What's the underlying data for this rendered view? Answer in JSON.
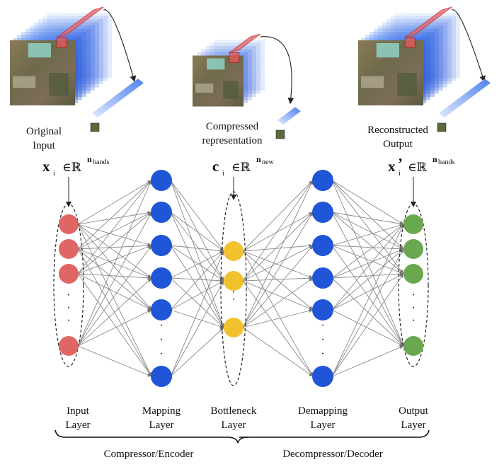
{
  "cubes": [
    {
      "caption": [
        "Original",
        "Input"
      ],
      "symbol": "x",
      "prime": "",
      "sub": "i",
      "set": "∈ℝ",
      "exp": "n",
      "exp_sub": "bands"
    },
    {
      "caption": [
        "Compressed",
        "representation"
      ],
      "symbol": "c",
      "prime": "",
      "sub": "i",
      "set": "∈ℝ",
      "exp": "n",
      "exp_sub": "new"
    },
    {
      "caption": [
        "Reconstructed",
        "Output"
      ],
      "symbol": "x",
      "prime": "’",
      "sub": "i",
      "set": "∈ℝ",
      "exp": "n",
      "exp_sub": "bands"
    }
  ],
  "layers": [
    {
      "label": [
        "Input",
        "Layer"
      ],
      "color": "#e06666"
    },
    {
      "label": [
        "Mapping",
        "Layer"
      ],
      "color": "#1f55d6"
    },
    {
      "label": [
        "Bottleneck",
        "Layer"
      ],
      "color": "#f2c12e"
    },
    {
      "label": [
        "Demapping",
        "Layer"
      ],
      "color": "#1f55d6"
    },
    {
      "label": [
        "Output",
        "Layer"
      ],
      "color": "#6aa84f"
    }
  ],
  "groups": [
    {
      "label": "Compressor/Encoder"
    },
    {
      "label": "Decompressor/Decoder"
    }
  ],
  "ellipsis": "·"
}
